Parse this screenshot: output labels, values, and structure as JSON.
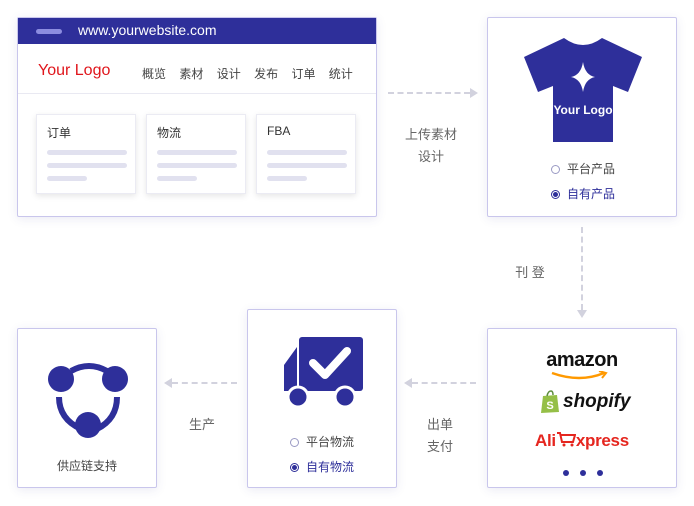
{
  "browser": {
    "url": "www.yourwebsite.com",
    "logo": "Your Logo",
    "nav": [
      "概览",
      "素材",
      "设计",
      "发布",
      "订单",
      "统计"
    ],
    "panels": [
      "订单",
      "物流",
      "FBA"
    ]
  },
  "tshirt": {
    "logo_text": "Your Logo",
    "options": [
      {
        "label": "平台产品",
        "selected": false
      },
      {
        "label": "自有产品",
        "selected": true
      }
    ]
  },
  "arrows": {
    "upload": [
      "上传素材",
      "设计"
    ],
    "publish": "刊 登",
    "order": [
      "出单",
      "支付"
    ],
    "produce": "生产"
  },
  "platforms": {
    "amazon": "amazon",
    "shopify": "shopify",
    "ali_a": "Ali",
    "ali_b": "xpress",
    "more": "• • •"
  },
  "logistics": {
    "options": [
      {
        "label": "平台物流",
        "selected": false
      },
      {
        "label": "自有物流",
        "selected": true
      }
    ]
  },
  "supply": {
    "label": "供应链支持"
  },
  "colors": {
    "accent": "#2e2f9a",
    "logo_red": "#e0161c",
    "border": "#c9c6ec",
    "ali_red": "#e5261f",
    "amazon_smile": "#f90",
    "shopify_green": "#95bf47"
  }
}
